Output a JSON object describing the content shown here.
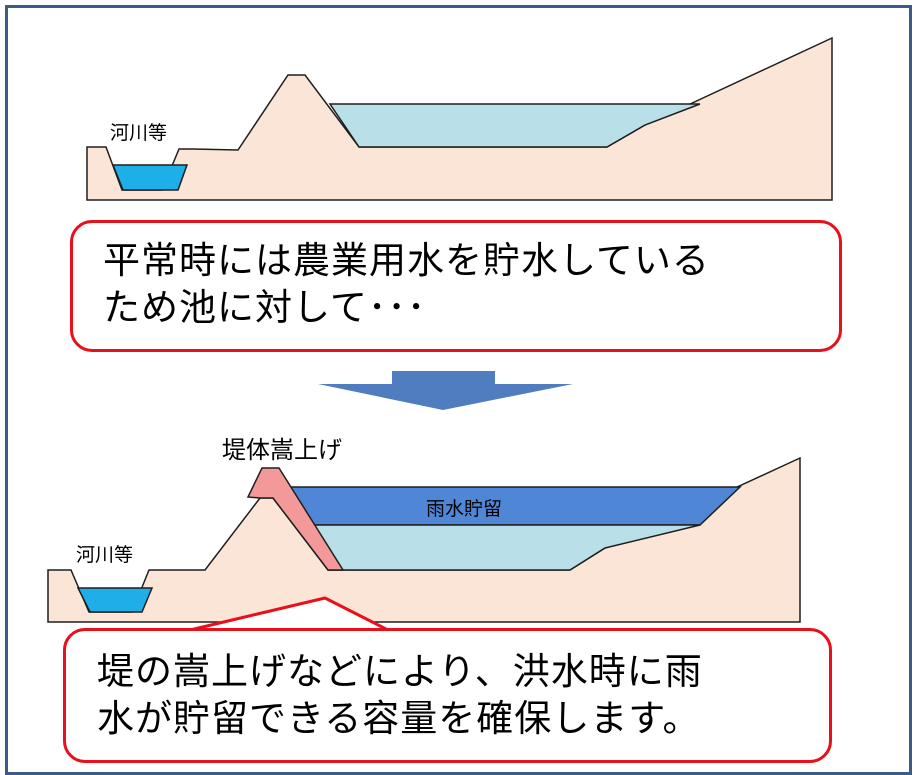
{
  "top_diagram": {
    "river_label": "河川等"
  },
  "callout_top": {
    "line1": "平常時には農業用水を貯水している",
    "line2": "ため池に対して･･･"
  },
  "bottom_diagram": {
    "embankment_label": "堤体嵩上げ",
    "rain_storage_label": "雨水貯留",
    "river_label": "河川等"
  },
  "callout_bottom": {
    "line1": "堤の嵩上げなどにより、洪水時に雨",
    "line2": "水が貯留できる容量を確保します。"
  },
  "colors": {
    "ground": "#fbe5d6",
    "stored_water": "#b9e0e8",
    "river_water": "#1eaee8",
    "rain_storage": "#4f86d6",
    "raised_embankment": "#f4999a",
    "callout_border": "#e8101a",
    "arrow": "#4f7dbf",
    "frame_border": "#3a5a8a"
  }
}
